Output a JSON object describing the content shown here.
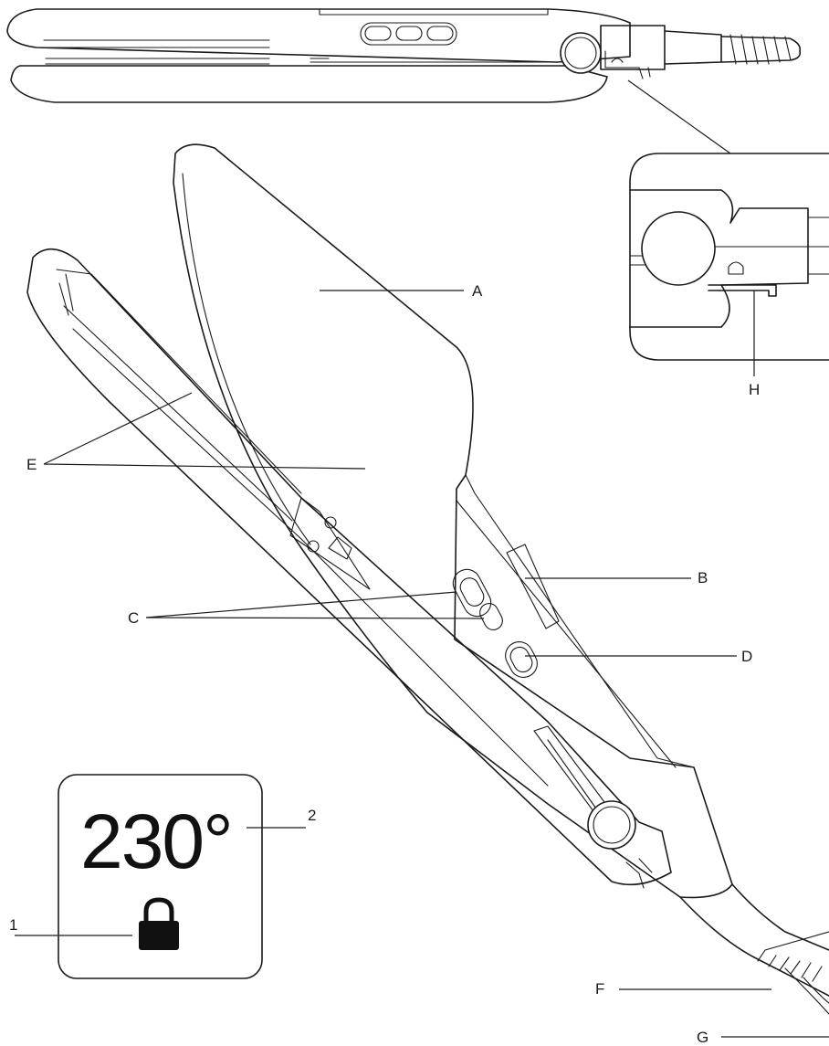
{
  "labels": {
    "A": "A",
    "B": "B",
    "C": "C",
    "D": "D",
    "E": "E",
    "F": "F",
    "G": "G",
    "H": "H",
    "one": "1",
    "two": "2"
  },
  "display": {
    "temperature": "230°",
    "lock_icon": "padlock-icon"
  },
  "colors": {
    "ink": "#1a1a1a",
    "background": "#ffffff"
  }
}
